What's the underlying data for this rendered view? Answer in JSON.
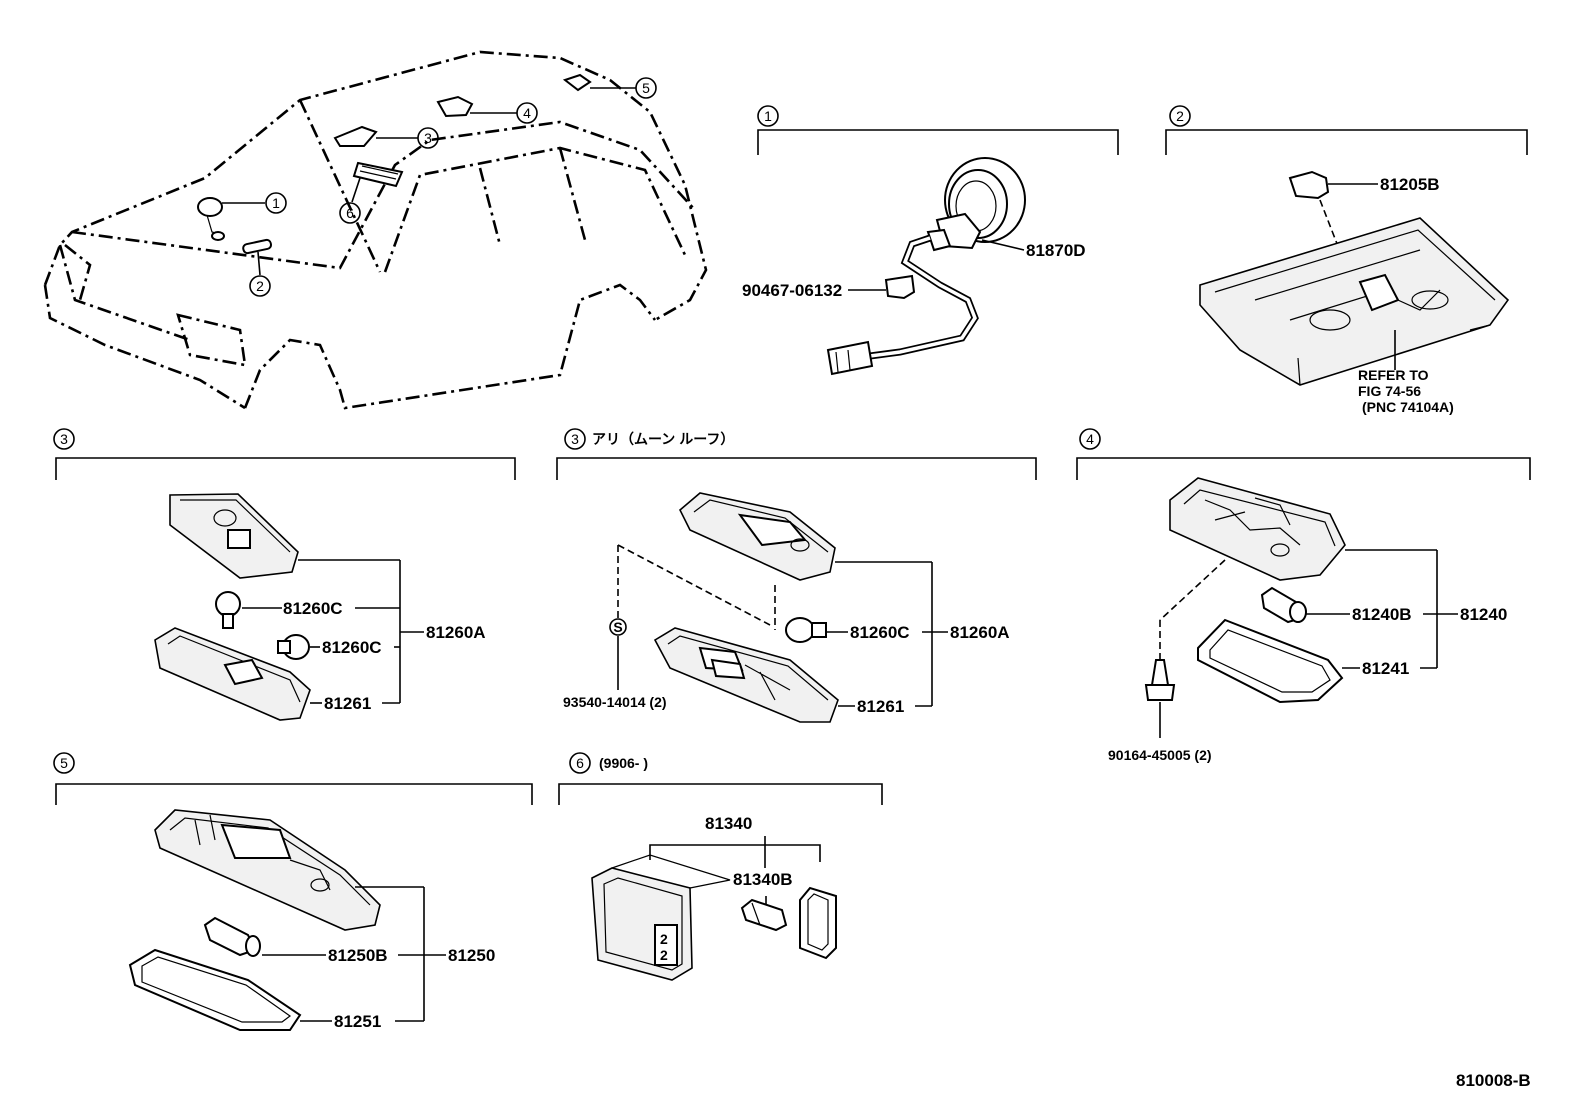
{
  "callouts": {
    "c1": "1",
    "c2": "2",
    "c3": "3",
    "c4": "4",
    "c5": "5",
    "c6": "6"
  },
  "sections": {
    "s1": "1",
    "s2": "2",
    "s3": "3",
    "s3m": {
      "num": "3",
      "note": "アリ（ムーン ルーフ）"
    },
    "s4": "4",
    "s5": "5",
    "s6": {
      "num": "6",
      "note": "(9906-        )"
    }
  },
  "parts": {
    "p81870D": "81870D",
    "p90467": "90467-06132",
    "p81205B": "81205B",
    "refer1": "REFER TO",
    "refer2": "FIG 74-56",
    "refer3": "(PNC 74104A)",
    "a81260C_1": "81260C",
    "a81260C_2": "81260C",
    "a81260A": "81260A",
    "a81261": "81261",
    "b93540": "93540-14014 (2)",
    "b81260C": "81260C",
    "b81260A": "81260A",
    "b81261": "81261",
    "s_s": "S",
    "c81240B": "81240B",
    "c81240": "81240",
    "c81241": "81241",
    "c90164": "90164-45005 (2)",
    "d81250B": "81250B",
    "d81250": "81250",
    "d81251": "81251",
    "e81340": "81340",
    "e81340B": "81340B"
  },
  "figure_id": "810008-B"
}
